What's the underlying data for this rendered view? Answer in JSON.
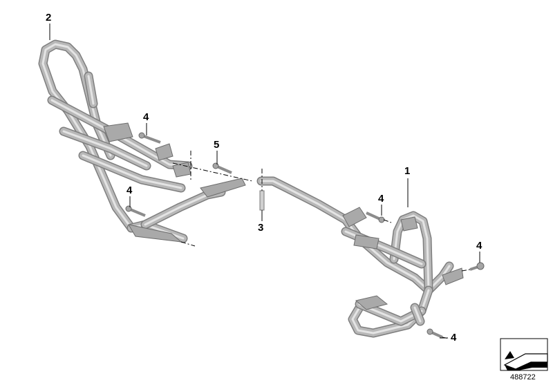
{
  "diagram": {
    "callouts": [
      {
        "id": "2",
        "label": "2"
      },
      {
        "id": "4a",
        "label": "4"
      },
      {
        "id": "5",
        "label": "5"
      },
      {
        "id": "4b",
        "label": "4"
      },
      {
        "id": "3",
        "label": "3"
      },
      {
        "id": "1",
        "label": "1"
      },
      {
        "id": "4c",
        "label": "4"
      },
      {
        "id": "4d",
        "label": "4"
      },
      {
        "id": "4e",
        "label": "4"
      }
    ],
    "reference_number": "488722",
    "colors": {
      "tube": "#7e7e7e",
      "tube_highlight": "#e4e4e4",
      "background": "#ffffff"
    },
    "corner_icon": "folded-arrow-icon"
  }
}
